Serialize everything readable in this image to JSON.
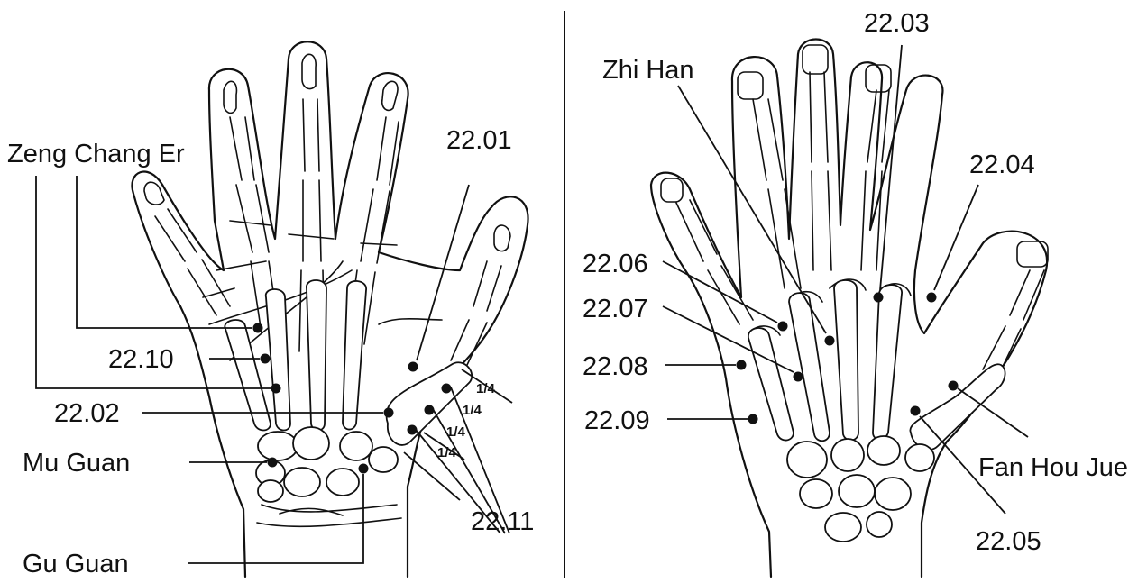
{
  "left_hand": {
    "labels": {
      "zeng_chang_er": "Zeng Chang Er",
      "p2210": "22.10",
      "p2202": "22.02",
      "p2201": "22.01",
      "mu_guan": "Mu Guan",
      "gu_guan": "Gu Guan",
      "p2211": "22.11"
    },
    "fractions": [
      "1/4",
      "1/4",
      "1/4",
      "1/4"
    ]
  },
  "right_hand": {
    "labels": {
      "zhi_han": "Zhi Han",
      "p2203": "22.03",
      "p2204": "22.04",
      "p2206": "22.06",
      "p2207": "22.07",
      "p2208": "22.08",
      "p2209": "22.09",
      "fan_hou_jue": "Fan Hou Jue",
      "p2205": "22.05"
    }
  },
  "colors": {
    "ink": "#111111",
    "background": "#ffffff"
  }
}
